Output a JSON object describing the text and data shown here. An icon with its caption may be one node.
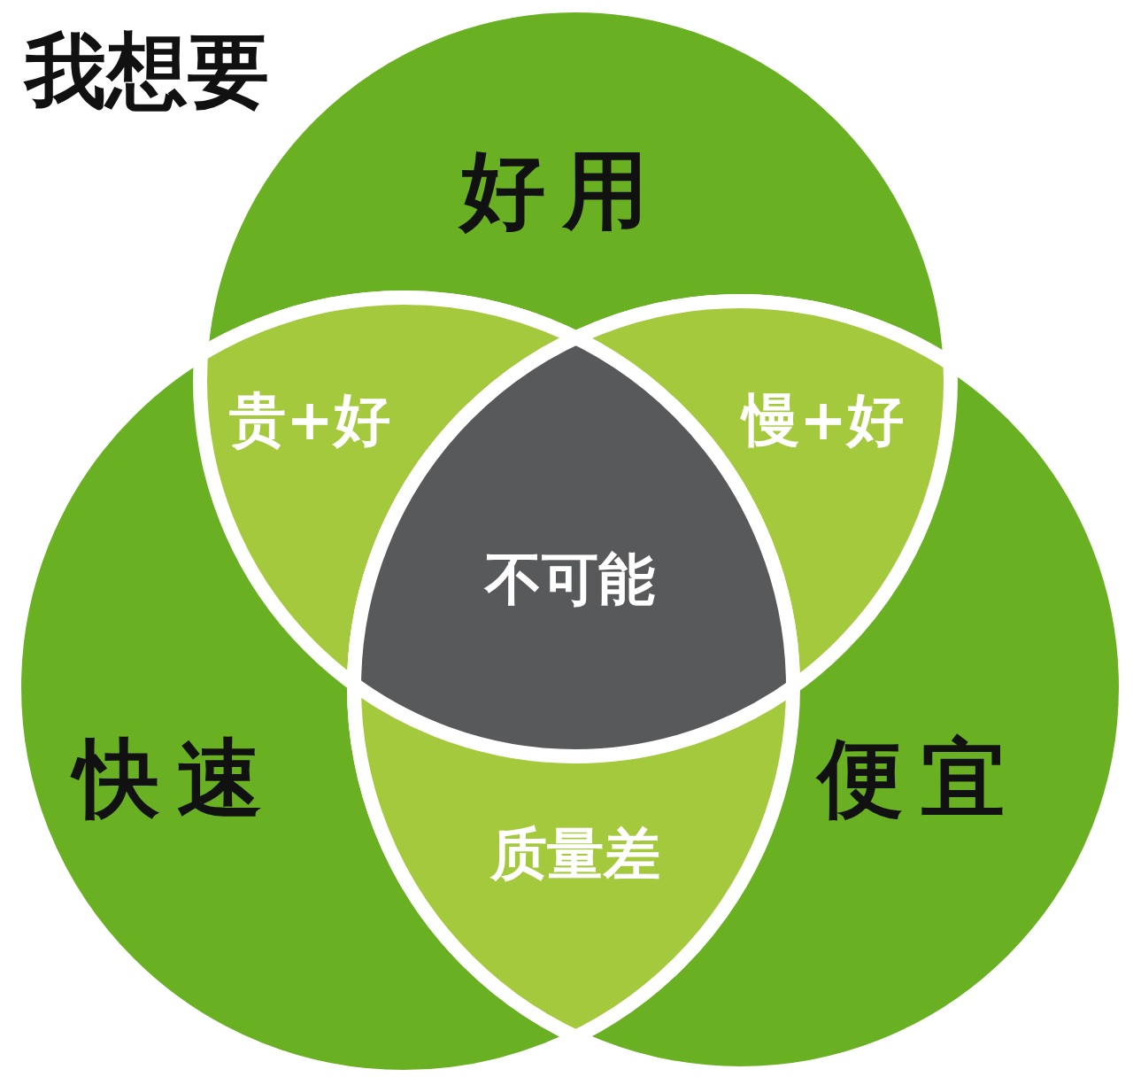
{
  "diagram": {
    "title": "我想要",
    "nodes": [
      {
        "text": [
          "好用"
        ]
      },
      {
        "text": [
          "快速"
        ]
      },
      {
        "text": [
          "便宜"
        ]
      },
      {
        "text": [
          "贵+好"
        ]
      },
      {
        "text": [
          "慢+好"
        ]
      },
      {
        "text": [
          "质量差"
        ]
      },
      {
        "text": [
          "不可能"
        ]
      }
    ]
  }
}
